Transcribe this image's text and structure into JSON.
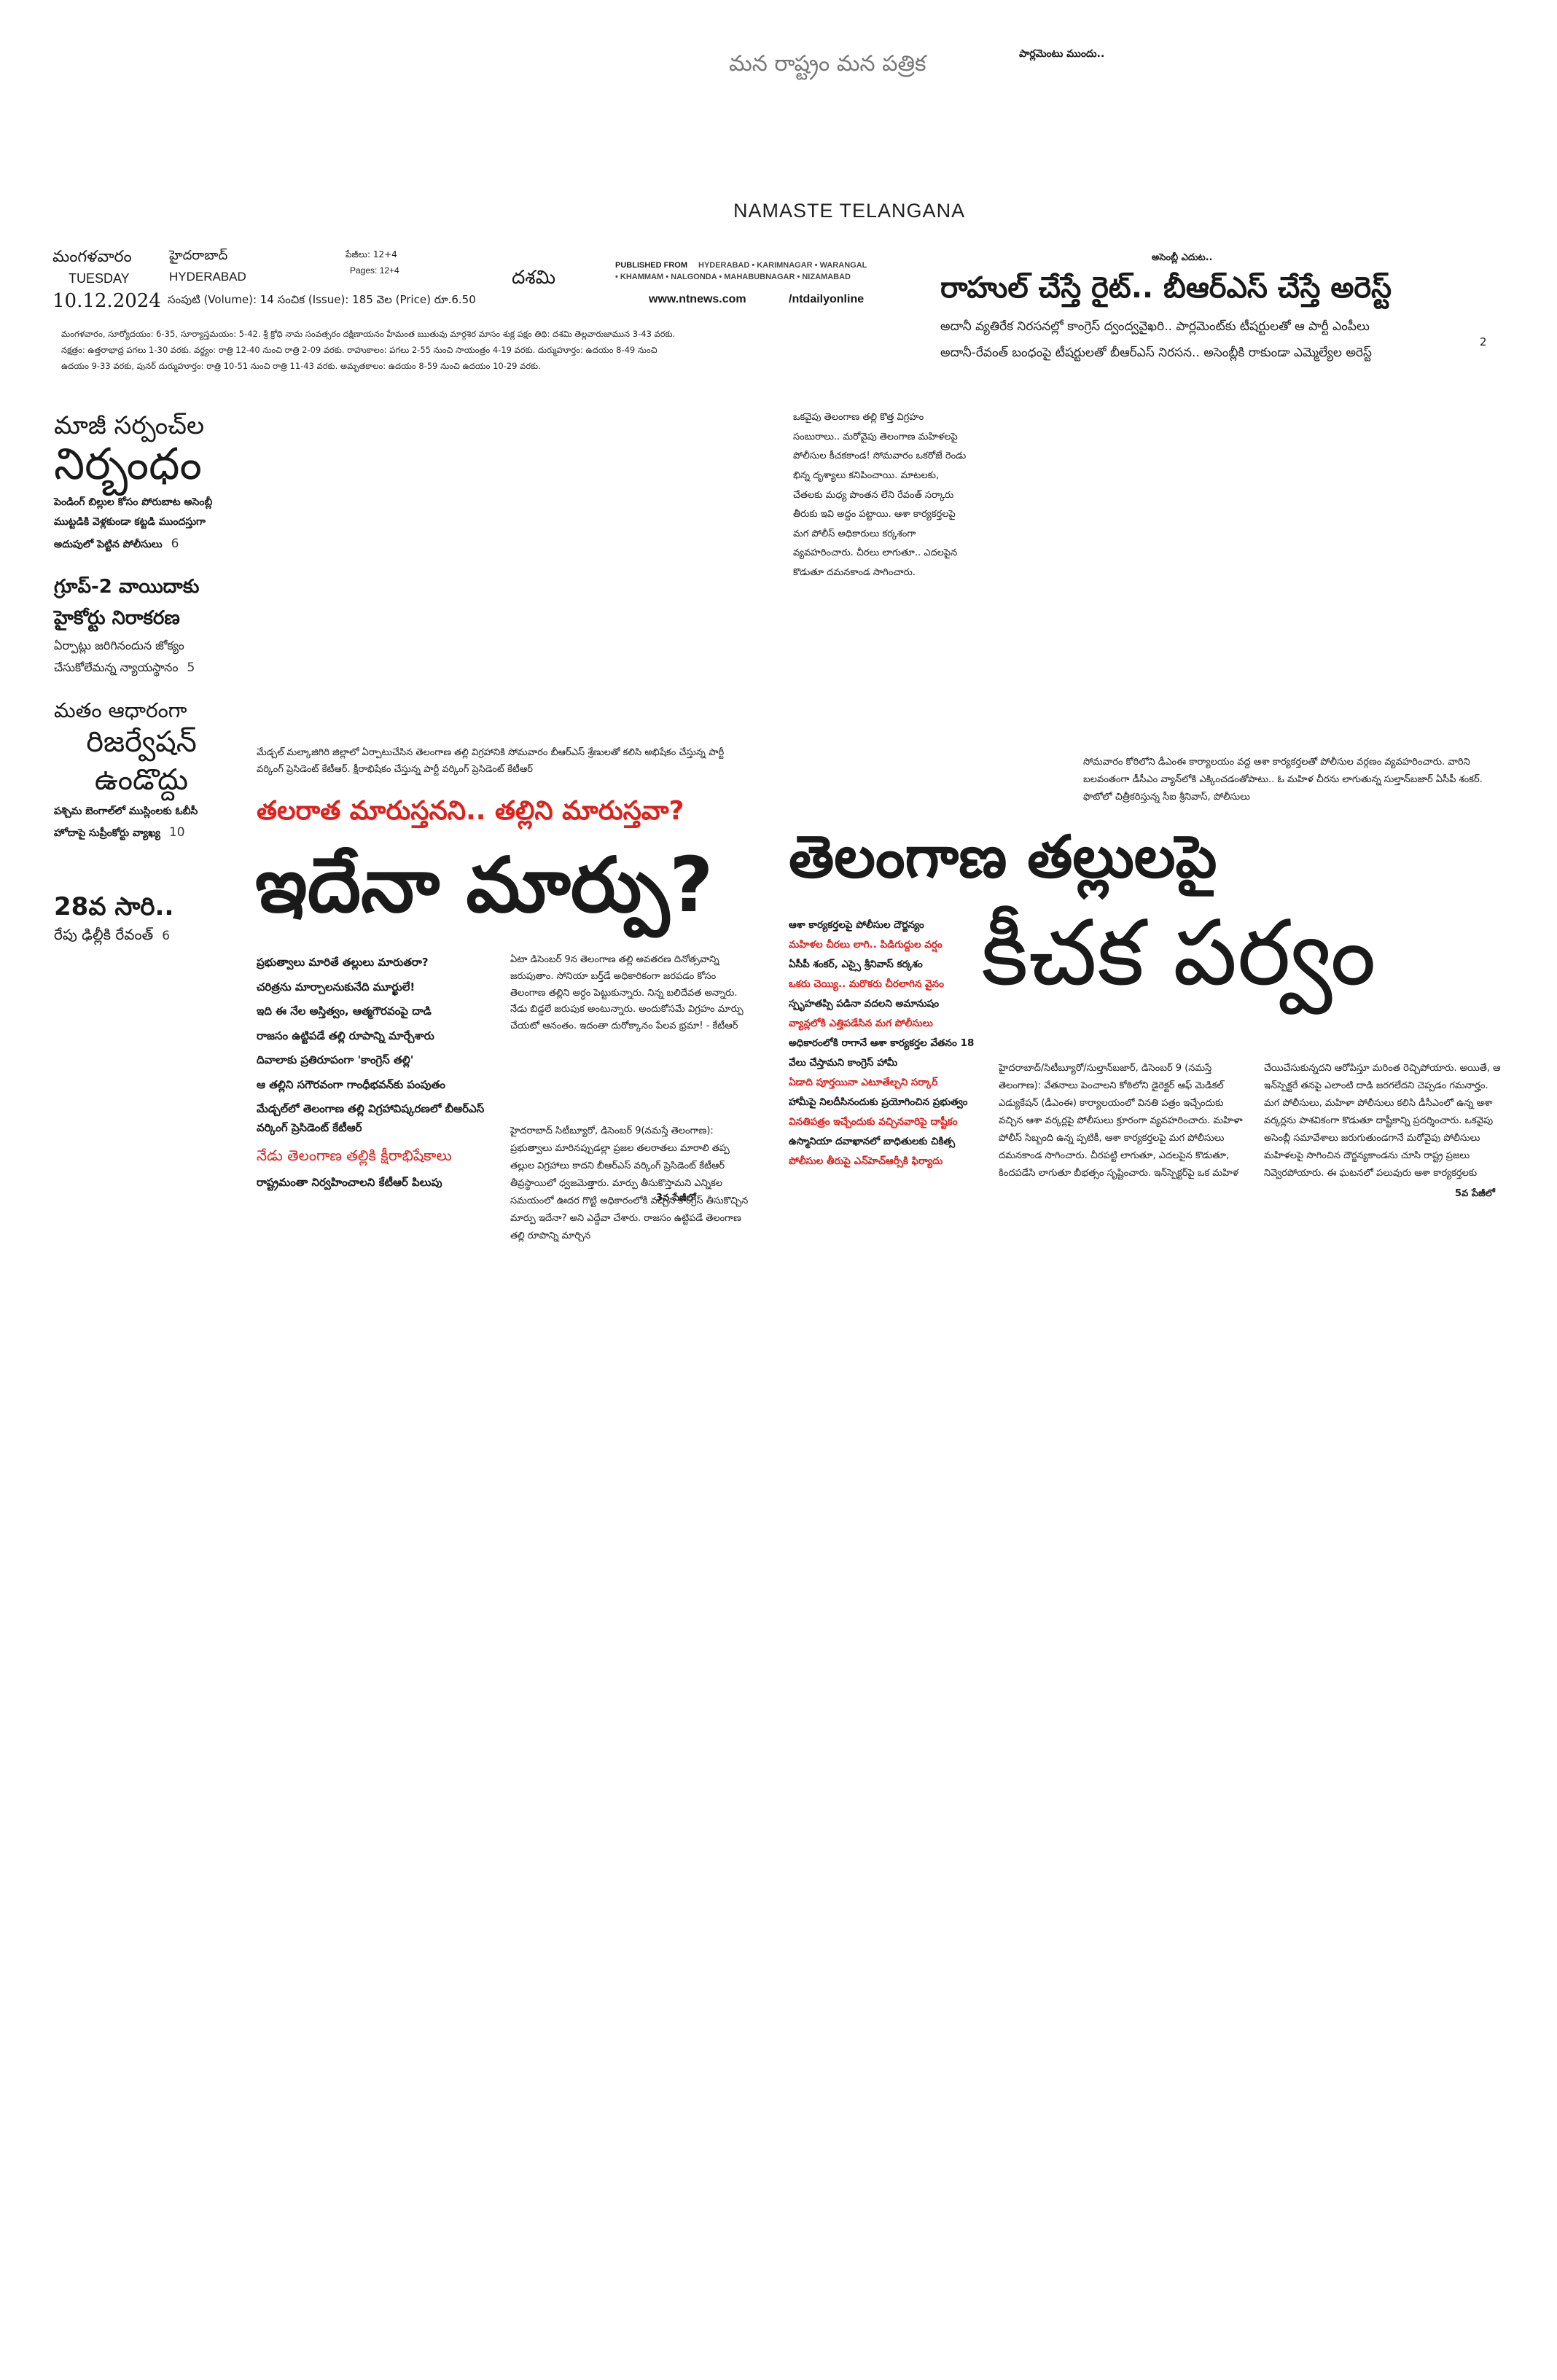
{
  "masthead": {
    "slogan": "మన రాష్ట్రం   మన పత్రిక",
    "top_note": "పార్లమెంటు ముందు..",
    "brand": "NAMASTE TELANGANA"
  },
  "dateline": {
    "day_te": "మంగళవారం",
    "day_en": "TUESDAY",
    "date": "10.12.2024",
    "city_te": "హైదరాబాద్",
    "city_en": "HYDERABAD",
    "pages_te": "పేజీలు: 12+4",
    "pages_en": "Pages: 12+4",
    "edition": "దశమి",
    "volume_line": "సంపుటి (Volume): 14   సంచిక (Issue): 185   వెల (Price) రూ.6.50",
    "published_label": "PUBLISHED FROM",
    "published_places_1": "HYDERABAD • KARIMNAGAR • WARANGAL",
    "published_places_2": "• KHAMMAM • NALGONDA • MAHABUBNAGAR • NIZAMABAD",
    "website": "www.ntnews.com",
    "social": "/ntdailyonline"
  },
  "panchangam": [
    "మంగళవారం, సూర్యోదయం: 6-35, సూర్యాస్తమయం: 5-42. శ్రీ క్రోధి నామ సంవత్సరం దక్షిణాయనం హేమంత ఋతువు మార్గశిర మాసం శుక్ల పక్షం తిథి: దశమి తెల్లవారుజామున 3-43 వరకు.",
    "నక్షత్రం: ఉత్తరాభాద్ర పగలు 1-30 వరకు. వర్జ్యం: రాత్రి 12-40 నుంచి రాత్రి 2-09 వరకు. రాహుకాలం: పగలు 2-55 నుంచి సాయంత్రం 4-19 వరకు. దుర్ముహూర్తం: ఉదయం 8-49 నుంచి",
    "ఉదయం 9-33 వరకు, పునర్ దుర్ముహూర్తం: రాత్రి 10-51 నుంచి రాత్రి 11-43 వరకు. అమృతకాలం: ఉదయం 8-59 నుంచి ఉదయం 10-29 వరకు."
  ],
  "top_story": {
    "kicker": "అసెంబ్లీ ఎదుట..",
    "headline": "రాహుల్ చేస్తే రైట్.. బీఆర్ఎస్ చేస్తే అరెస్ట్",
    "deck_1": "అదానీ వ్యతిరేక నిరసనల్లో కాంగ్రెస్ ద్వంద్వవైఖరి.. పార్లమెంట్‌కు టీషర్టులతో ఆ పార్టీ ఎంపీలు",
    "deck_2": "అదానీ-రేవంత్ బంధంపై టీషర్టులతో బీఆర్ఎస్ నిరసన.. అసెంబ్లీకి రాకుండా ఎమ్మెల్యేల అరెస్ట్",
    "page_ref": "2"
  },
  "index": [
    {
      "kicker": "మాజీ సర్పంచ్‌ల",
      "title": "నిర్బంధం",
      "body": "పెండింగ్ బిల్లుల కోసం పోరుబాట అసెంబ్లీ ముట్టడికి వెళ్లకుండా కట్టడి ముందస్తుగా అదుపులో పెట్టిన పోలీసులు",
      "page": "6"
    },
    {
      "kicker": "",
      "title": "గ్రూప్-2 వాయిదాకు హైకోర్టు నిరాకరణ",
      "body": "ఏర్పాట్లు జరిగినందున జోక్యం చేసుకోలేమన్న న్యాయస్థానం",
      "page": "5"
    },
    {
      "kicker": "మతం ఆధారంగా",
      "title": "రిజర్వేషన్ ఉండొద్దు",
      "body": "పశ్చిమ బెంగాల్‌లో ముస్లింలకు ఓబీసీ హోదాపై సుప్రీంకోర్టు వ్యాఖ్య",
      "page": "10"
    },
    {
      "kicker": "",
      "title": "28వ సారి..",
      "body": "రేపు ఢిల్లీకి రేవంత్",
      "page": "6"
    }
  ],
  "photo_caption_top": "ఒకవైపు తెలంగాణ తల్లి కొత్త విగ్రహం సంబురాలు.. మరోవైపు తెలంగాణ మహిళలపై పోలీసుల కీచకకాండ! సోమవారం ఒకరోజే రెండు భిన్న దృశ్యాలు కనిపించాయి. మాటలకు, చేతలకు మధ్య పొంతన లేని రేవంత్ సర్కారు తీరుకు ఇవి అద్దం పట్టాయి. ఆశా కార్యకర్తలపై మగ పోలీస్ అధికారులు కర్కశంగా వ్యవహరించారు. చీరలు లాగుతూ.. ఎదలపైన కొడుతూ దమనకాండ సాగించారు.",
  "story_left": {
    "caption": "మేడ్చల్ మల్కాజిగిరి జిల్లాలో ఏర్పాటుచేసిన తెలంగాణ తల్లి విగ్రహానికి సోమవారం బీఆర్ఎస్ శ్రేణులతో కలిసి అభిషేకం చేస్తున్న పార్టీ వర్కింగ్ ప్రెసిడెంట్ కేటీఆర్. క్షీరాభిషేకం చేస్తున్న పార్టీ వర్కింగ్ ప్రెసిడెంట్ కేటీఆర్",
    "kicker": "తలరాత మారుస్తనని.. తల్లిని మారుస్తవా?",
    "headline": "ఇదేనా మార్పు?",
    "bullets": [
      "ప్రభుత్వాలు మారితే తల్లులు మారుతరా?",
      "చరిత్రను మార్చాలనుకునేది మూర్ఖులే!",
      "ఇది ఈ నేల అస్తిత్వం, ఆత్మగౌరవంపై దాడి",
      "రాజసం ఉట్టిపడే తల్లి రూపాన్ని మార్చేశారు",
      "దివాలాకు ప్రతిరూపంగా 'కాంగ్రెస్ తల్లి'",
      "ఆ తల్లిని సగౌరవంగా గాంధీభవన్‌కు పంపుతం",
      "మేడ్చల్‌లో తెలంగాణ తల్లి విగ్రహావిష్కరణలో బీఆర్ఎస్ వర్కింగ్ ప్రెసిడెంట్ కేటీఆర్"
    ],
    "red_line": "నేడు తెలంగాణ తల్లికి క్షీరాభిషేకాలు",
    "last_bullet": "రాష్ట్రమంతా నిర్వహించాలని కేటీఆర్ పిలుపు",
    "quote": "ఏటా డిసెంబర్ 9న తెలంగాణ తల్లి అవతరణ దినోత్సవాన్ని జరుపుతాం. సోనియా బర్త్‌డే అధికారికంగా జరపడం కోసం తెలంగాణ తల్లిని అర్ధం పెట్టుకున్నారు. నిన్న బలిదేవత అన్నారు. నేడు బిడ్డలే జరుపుక అంటున్నారు. అందుకోసమే విగ్రహం మార్పు చేయటో ఆనంతం. ఇదంతా దురోక్కానం పేలవ భ్రమా! - కేటీఆర్",
    "body": "హైదరాబాద్ సిటీబ్యూరో, డిసెంబర్ 9(నమస్తే తెలంగాణ): ప్రభుత్వాలు మారినప్పుడల్లా ప్రజల తలరాతలు మారాలి తప్ప తల్లుల విగ్రహాలు కాదని బీఆర్ఎస్ వర్కింగ్ ప్రెసిడెంట్ కేటీఆర్ తీవ్రస్థాయిలో ధ్వజమెత్తారు. మార్పు తీసుకొస్తామని ఎన్నికల సమయంలో ఊదర గొట్టి అధికారంలోకి వచ్చిన కాంగ్రెస్ తీసుకొచ్చిన మార్పు ఇదేనా? అని ఎద్దేవా చేశారు. రాజసం ఉట్టిపడే తెలంగాణ తల్లి రూపాన్ని మార్చిన",
    "page_ref": "3వ పేజీలో"
  },
  "story_right": {
    "caption": "సోమవారం కోఠిలోని డీఎంఈ కార్యాలయం వద్ద ఆశా కార్యకర్తలతో పోలీసుల వర్గణం వ్యవహరించారు. వారిని బలవంతంగా డీసీఎం వ్యాన్‌లోకి ఎక్కించడంతోపాటు.. ఓ మహిళ చీరను లాగుతున్న సుల్తాన్‌బజార్ ఏసీపీ శంకర్. ఫొటోలో చిత్రీకరిస్తున్న సీఐ శ్రీనివాస్, పోలీసులు",
    "headline_1": "తెలంగాణ తల్లులపై",
    "headline_2": "కీచక పర్వం",
    "points": [
      {
        "text": "ఆశా కార్యకర్తలపై పోలీసుల దౌర్జన్యం",
        "red": false
      },
      {
        "text": "మహిళల చీరలు లాగి.. పిడిగుద్దుల వర్షం",
        "red": true
      },
      {
        "text": "ఏసీపీ శంకర్, ఎస్సై శ్రీనివాస్ కర్కశం",
        "red": false
      },
      {
        "text": "ఒకరు చెయ్యి.. మరొకరు చీరలాగిన వైనం",
        "red": true
      },
      {
        "text": "స్పృహతప్పి పడినా వదలని అమానుషం",
        "red": false
      },
      {
        "text": "వ్యాన్లలోకి ఎత్తిపడేసిన మగ పోలీసులు",
        "red": true
      },
      {
        "text": "అధికారంలోకి రాగానే ఆశా కార్యకర్తల వేతనం 18 వేలు చేస్తామని కాంగ్రెస్ హామీ",
        "red": false
      },
      {
        "text": "ఏడాది పూర్తయినా ఎటూతేల్చని సర్కార్",
        "red": true
      },
      {
        "text": "హామీపై నిలదీసినందుకు ప్రయోగించిన ప్రభుత్వం",
        "red": false
      },
      {
        "text": "వినతిపత్రం ఇచ్చేందుకు వచ్చినవారిపై దాష్టీకం",
        "red": true
      },
      {
        "text": "ఉస్మానియా దవాఖానలో బాధితులకు చికిత్స",
        "red": false
      },
      {
        "text": "పోలీసుల తీరుపై ఎన్‌హెచ్ఆర్సీకి ఫిర్యాదు",
        "red": true
      }
    ],
    "body_1": "హైదరాబాద్/సిటీబ్యూరో/సుల్తాన్‌బజార్, డిసెంబర్ 9 (నమస్తే తెలంగాణ): వేతనాలు పెంచాలని కోఠిలోని డైరెక్టర్ ఆఫ్ మెడికల్ ఎడ్యుకేషన్ (డీఎంఈ) కార్యాలయంలో వినతి పత్రం ఇచ్చేందుకు వచ్చిన ఆశా వర్కర్లపై పోలీసులు క్రూరంగా వ్యవహరించారు. మహిళా పోలీస్ సిబ్బంది ఉన్న ప్పటికీ, ఆశా కార్యకర్తలపై మగ పోలీసులు దమనకాండ సాగించారు. చీరపట్టి లాగుతూ, ఎదలపైన కొడుతూ, కిందపడేసి లాగుతూ బీభత్సం సృష్టించారు. ఇన్‌స్పెక్టర్‌పై ఒక మహిళ",
    "body_2": "చేయిచేసుకున్నదని ఆరోపిస్తూ మరింత రెచ్చిపోయారు. అయితే, ఆ ఇన్‌స్పెక్టరే తనపై ఎలాంటి దాడి జరగలేదని చెప్పడం గమనార్హం. మగ పోలీసులు, మహిళా పోలీసులు కలిసి డీసీఎంలో ఉన్న ఆశా వర్కర్లను పాశవికంగా కొడుతూ దాష్టీకాన్ని ప్రదర్శించారు. ఒకవైపు అసెంబ్లీ సమావేశాలు జరుగుతుండగానే మరోవైపు పోలీసులు మహిళలపై సాగించిన దౌర్జన్యకాండను చూసి రాష్ట్ర ప్రజలు నివ్వెరపోయారు. ఈ ఘటనలో పలువురు ఆశా కార్యకర్తలకు",
    "page_ref": "5వ పేజీలో"
  }
}
